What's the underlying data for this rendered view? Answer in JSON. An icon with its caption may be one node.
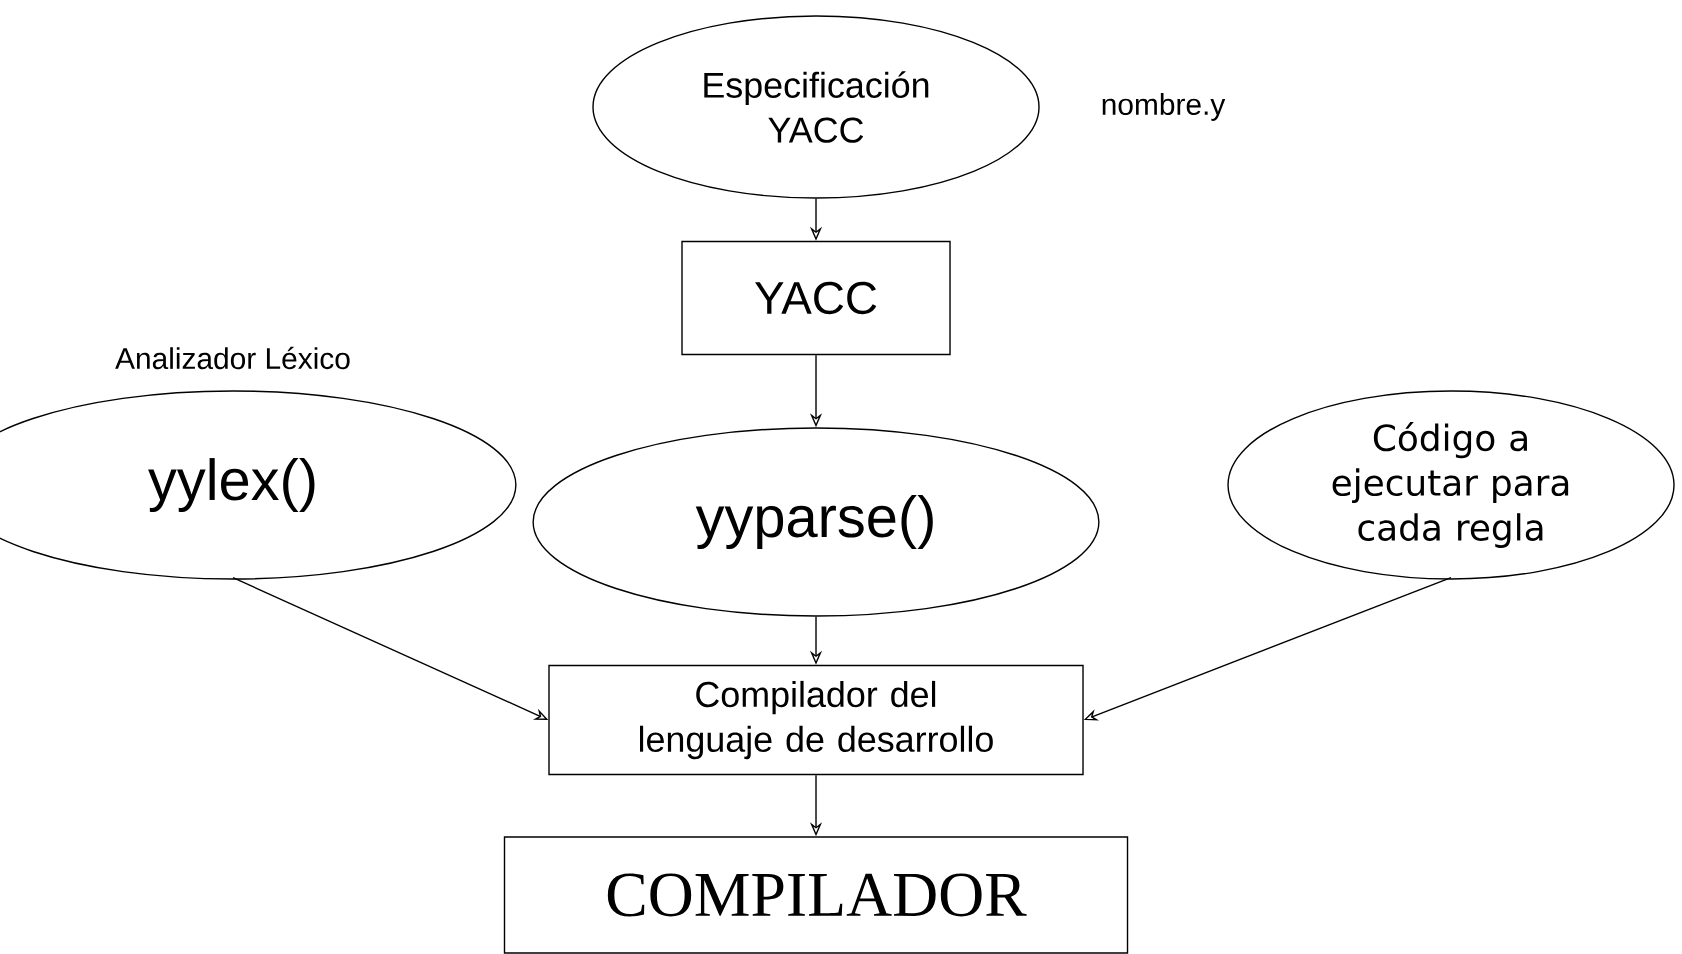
{
  "diagram": {
    "nodes": [
      {
        "text": [
          "Especificación YACC"
        ],
        "beside": [
          "nombre.y"
        ]
      },
      {
        "text": [
          "YACC"
        ]
      },
      {
        "text": [
          "yylex()"
        ],
        "beside": [
          "Analizador Léxico"
        ]
      },
      {
        "text": [
          "yyparse()"
        ]
      },
      {
        "text": [
          "Código a ejecutar para cada regla"
        ]
      },
      {
        "text": [
          "Compilador del lenguaje de desarrollo"
        ]
      },
      {
        "text": [
          "COMPILADOR"
        ]
      }
    ],
    "edges": [
      {
        "from": 0,
        "to": 1,
        "arrow": "to"
      },
      {
        "from": 1,
        "to": 3,
        "arrow": "to"
      },
      {
        "from": 2,
        "to": 5,
        "arrow": "to"
      },
      {
        "from": 3,
        "to": 5,
        "arrow": "to"
      },
      {
        "from": 4,
        "to": 5,
        "arrow": "to"
      },
      {
        "from": 5,
        "to": 6,
        "arrow": "to"
      }
    ]
  }
}
